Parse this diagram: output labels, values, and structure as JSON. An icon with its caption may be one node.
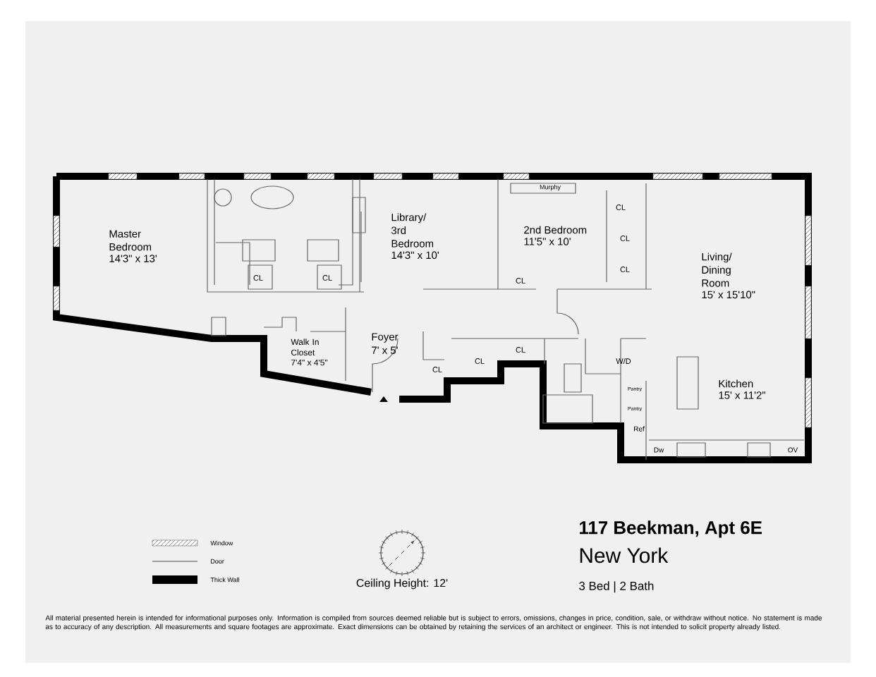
{
  "diagram": {
    "labels": [
      "Murphy",
      "Master Bedroom",
      "14'3\" x 13'",
      "Library/ 3rd Bedroom",
      "14'3\" x 10'",
      "CL",
      "2nd Bedroom",
      "11'5\" x 10'",
      "CL",
      "Living/ Dining Room",
      "15' x 15'10\"",
      "CL",
      "CL",
      "CL",
      "CL",
      "Foyer",
      "7' x 5'",
      "Walk In Closet",
      "7'4\" x 4'5\"",
      "CL",
      "CL",
      "W/D",
      "CL",
      "Kitchen",
      "15' x 11'2\"",
      "Pantry",
      "Pantry",
      "Ref",
      "Dw",
      "OV",
      "117 Beekman, Apt 6E",
      "New York",
      "Ceiling Height: 12'",
      "3 Bed | 2 Bath",
      "All material presented herein is intended for informational purposes only. Information is compiled from sources deemed reliable but is subject to errors, omissions, changes in price, condition, sale, or withdraw without notice. No statement is made as to accuracy of any description. All measurements and square footages are approximate. Exact dimensions can be obtained by retaining the services of an architect or engineer. This is not intended to solicit property already listed."
    ],
    "legend": [
      {
        "text": "Window"
      },
      {
        "text": "Door"
      },
      {
        "text": "Thick Wall"
      }
    ]
  }
}
